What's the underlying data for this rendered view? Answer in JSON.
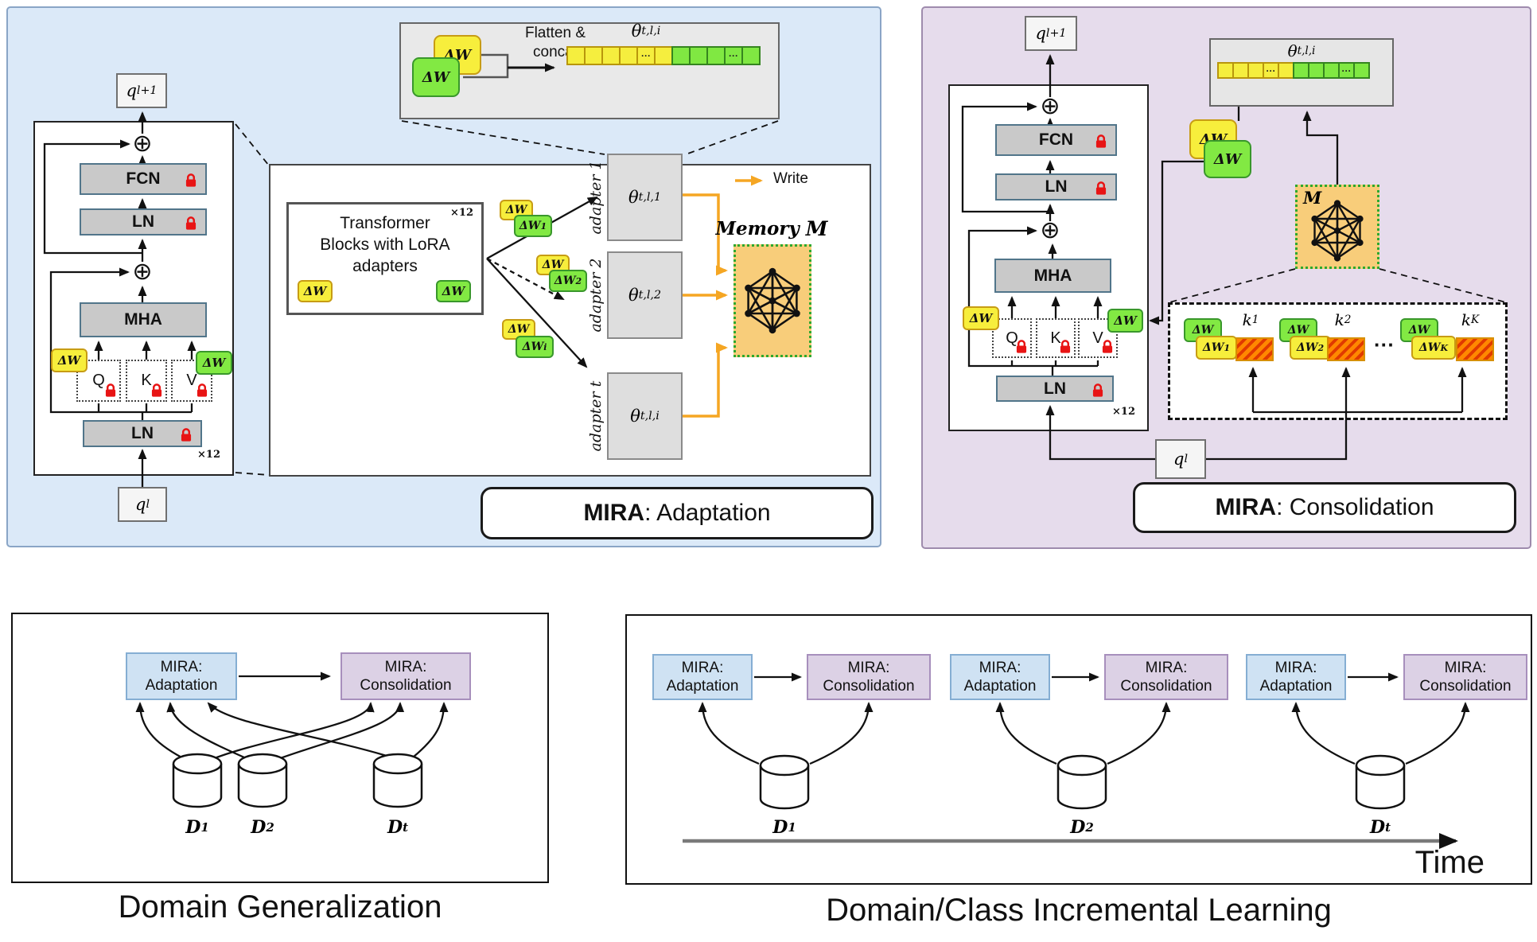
{
  "sym": {
    "oplus": "⊕"
  },
  "figure": {
    "adaptation": {
      "title_b": "MIRA",
      "title_r": ": Adaptation",
      "q_out": {
        "b": "q",
        "s": "l+1"
      },
      "q_in": {
        "b": "q",
        "s": "l"
      },
      "fcn": "FCN",
      "ln": "LN",
      "mha": "MHA",
      "wq": "Q",
      "wk": "K",
      "wv": "V",
      "ln2": "LN",
      "times": "×12",
      "dw": {
        "b": "ΔW",
        "s": ""
      },
      "inset": {
        "flatten1": "Flatten &",
        "flatten2": "concat",
        "theta": {
          "b": "θ",
          "s": "t,l,i"
        },
        "cells": [
          "y",
          "y",
          "y",
          "y",
          "yd",
          "y",
          "g",
          "g",
          "g",
          "gd",
          "g"
        ],
        "dots": "···"
      },
      "tbox": {
        "l1": "Transformer",
        "l2": "Blocks with LoRA",
        "l3": "adapters",
        "times": "×12"
      },
      "adapters": [
        {
          "label": "adapter 1",
          "theta": {
            "b": "θ",
            "s": "t,l,1"
          },
          "dwy": {
            "b": "ΔW",
            "s": ""
          },
          "dwg": {
            "b": "ΔW",
            "s": "1"
          }
        },
        {
          "label": "adapter 2",
          "theta": {
            "b": "θ",
            "s": "t,l,2"
          },
          "dwy": {
            "b": "ΔW",
            "s": ""
          },
          "dwg": {
            "b": "ΔW",
            "s": "2"
          }
        },
        {
          "label": "adapter t",
          "theta": {
            "b": "θ",
            "s": "t,l,i"
          },
          "dwy": {
            "b": "ΔW",
            "s": ""
          },
          "dwg": {
            "b": "ΔW",
            "s": "i"
          }
        }
      ],
      "write": "Write",
      "memory": "Memory",
      "memory_m": "M"
    },
    "consolidation": {
      "title_b": "MIRA",
      "title_r": ": Consolidation",
      "q_out": {
        "b": "q",
        "s": "l+1"
      },
      "q_in": {
        "b": "q",
        "s": "l"
      },
      "fcn": "FCN",
      "ln": "LN",
      "mha": "MHA",
      "wq": "Q",
      "wk": "K",
      "wv": "V",
      "ln2": "LN",
      "times": "×12",
      "dw": {
        "b": "ΔW",
        "s": ""
      },
      "theta": {
        "b": "θ",
        "s": "t,l,i"
      },
      "cells": [
        "y",
        "y",
        "y",
        "yd",
        "y",
        "g",
        "g",
        "g",
        "gd",
        "g"
      ],
      "m": "M",
      "dots": "···",
      "groups": [
        {
          "k": {
            "b": "k",
            "s": "1"
          },
          "dwg": {
            "b": "ΔW",
            "s": ""
          },
          "dwy": {
            "b": "ΔW",
            "s": "1"
          }
        },
        {
          "k": {
            "b": "k",
            "s": "2"
          },
          "dwg": {
            "b": "ΔW",
            "s": ""
          },
          "dwy": {
            "b": "ΔW",
            "s": "2"
          }
        },
        {
          "k": {
            "b": "k",
            "s": "K"
          },
          "dwg": {
            "b": "ΔW",
            "s": ""
          },
          "dwy": {
            "b": "ΔW",
            "s": "K"
          }
        }
      ]
    },
    "domain_gen": {
      "caption": "Domain Generalization",
      "adapt1": "MIRA:",
      "adapt2": "Adaptation",
      "consol1": "MIRA:",
      "consol2": "Consolidation",
      "datasets": [
        {
          "b": "D",
          "s": "1"
        },
        {
          "b": "D",
          "s": "2"
        },
        {
          "b": "D",
          "s": "t"
        }
      ]
    },
    "incremental": {
      "caption": "Domain/Class Incremental Learning",
      "time": "Time",
      "units": [
        {
          "adapt1": "MIRA:",
          "adapt2": "Adaptation",
          "consol1": "MIRA:",
          "consol2": "Consolidation",
          "d": {
            "b": "D",
            "s": "1"
          }
        },
        {
          "adapt1": "MIRA:",
          "adapt2": "Adaptation",
          "consol1": "MIRA:",
          "consol2": "Consolidation",
          "d": {
            "b": "D",
            "s": "2"
          }
        },
        {
          "adapt1": "MIRA:",
          "adapt2": "Adaptation",
          "consol1": "MIRA:",
          "consol2": "Consolidation",
          "d": {
            "b": "D",
            "s": "t"
          }
        }
      ]
    }
  }
}
